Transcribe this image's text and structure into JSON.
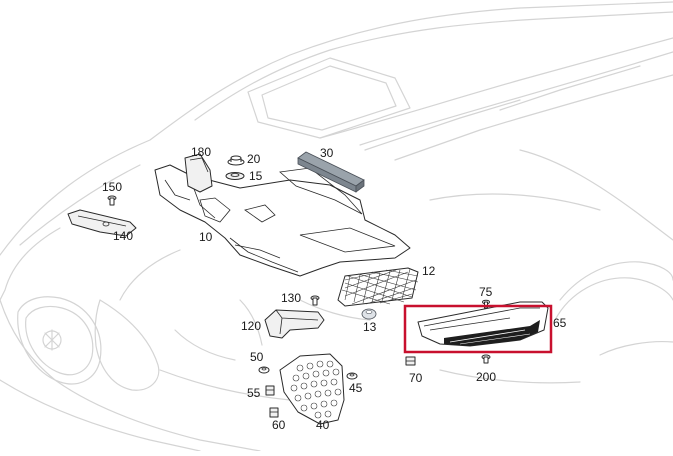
{
  "diagram": {
    "highlight_color": "#c8102e",
    "callouts": {
      "c180": "180",
      "c20": "20",
      "c15": "15",
      "c30": "30",
      "c150": "150",
      "c140": "140",
      "c10": "10",
      "c12": "12",
      "c130": "130",
      "c120": "120",
      "c13": "13",
      "c75": "75",
      "c65": "65",
      "c50": "50",
      "c55": "55",
      "c45": "45",
      "c70": "70",
      "c200": "200",
      "c60": "60",
      "c40": "40"
    }
  }
}
